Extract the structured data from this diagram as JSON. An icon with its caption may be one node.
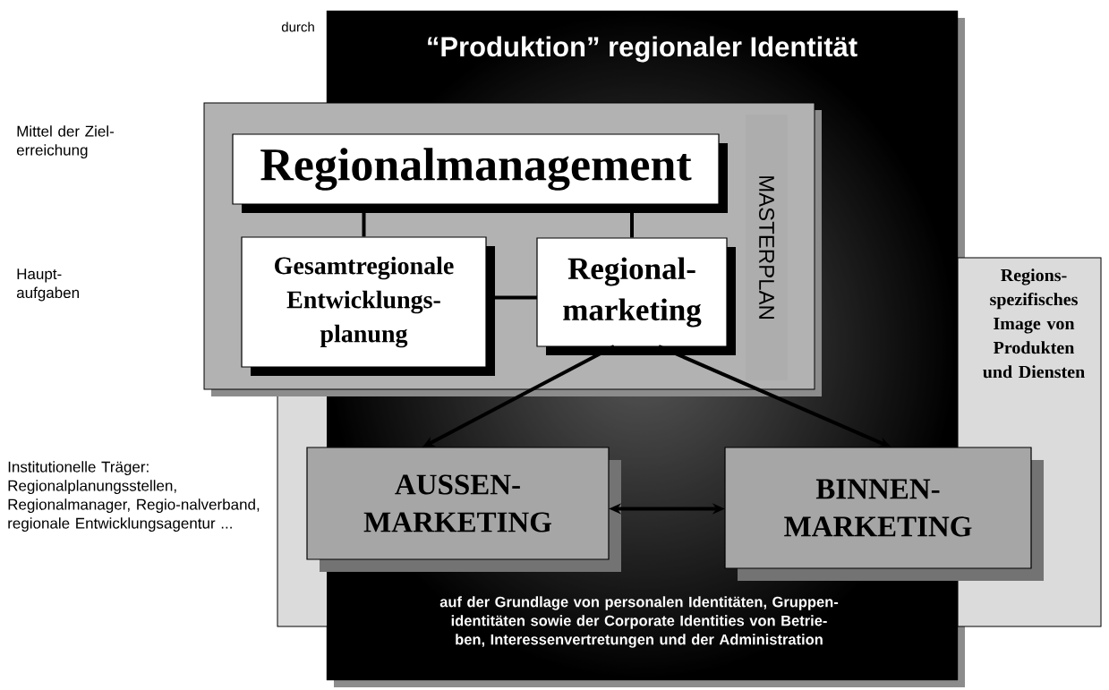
{
  "diagram": {
    "title": "“Produktion” regionaler Identität",
    "nodes": [
      {
        "text": [
          "Regions-spezifisches Image von Produkten und Diensten"
        ]
      },
      {
        "text": [],
        "shape": "box"
      },
      {
        "text": [
          "Regionalmanagement"
        ],
        "in": 1
      },
      {
        "text": [
          "Gesamtregionale Entwicklungs-planung"
        ],
        "in": 1
      },
      {
        "text": [
          "Regional-marketing"
        ],
        "in": 1
      },
      {
        "text": [
          "MASTERPLAN"
        ],
        "in": 1
      },
      {
        "text": [
          "AUSSEN-MARKETING"
        ]
      },
      {
        "text": [
          "BINNEN-MARKETING"
        ]
      }
    ],
    "edges": [
      {
        "from": 2,
        "to": 3,
        "arrow": "none"
      },
      {
        "from": 2,
        "to": 4,
        "arrow": "none"
      },
      {
        "from": 3,
        "to": 4,
        "arrow": "none"
      },
      {
        "from": 4,
        "to": 6,
        "arrow": "to"
      },
      {
        "from": 4,
        "to": 7,
        "arrow": "to"
      },
      {
        "from": 6,
        "to": 7,
        "arrow": "both"
      }
    ],
    "labels": [
      "durch",
      "Mittel der Ziel-erreichung",
      "Haupt-aufgaben",
      "Institutionelle Träger: Regionalplanungsstellen, Regionalmanager, Regio-nalverband, regionale Entwicklungsagentur ...",
      "auf der Grundlage von personalen Identitäten, Gruppen-identitäten sowie der Corporate Identities von Betrie-ben, Interessenvertretungen und der Administration"
    ]
  }
}
